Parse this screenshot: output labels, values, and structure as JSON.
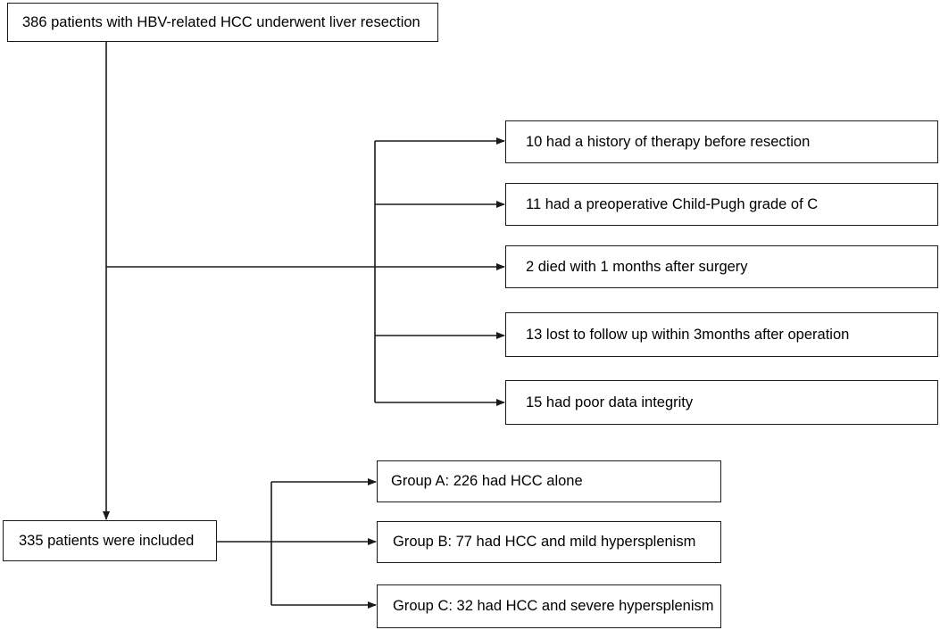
{
  "diagram": {
    "top_box": "386 patients with HBV-related HCC underwent liver resection",
    "exclusions": [
      "10 had a history of therapy before resection",
      "11 had a preoperative Child-Pugh grade of C",
      "2 died with 1 months after surgery",
      "13 lost to follow up within 3months after operation",
      "15 had poor data integrity"
    ],
    "included_box": "335 patients were included",
    "groups": [
      "Group A: 226 had HCC alone",
      "Group B: 77 had HCC and mild hypersplenism",
      "Group C: 32 had HCC and severe hypersplenism"
    ],
    "colors": {
      "line": "#1a1a1a",
      "box_border": "#1a1a1a",
      "background": "#ffffff"
    }
  }
}
